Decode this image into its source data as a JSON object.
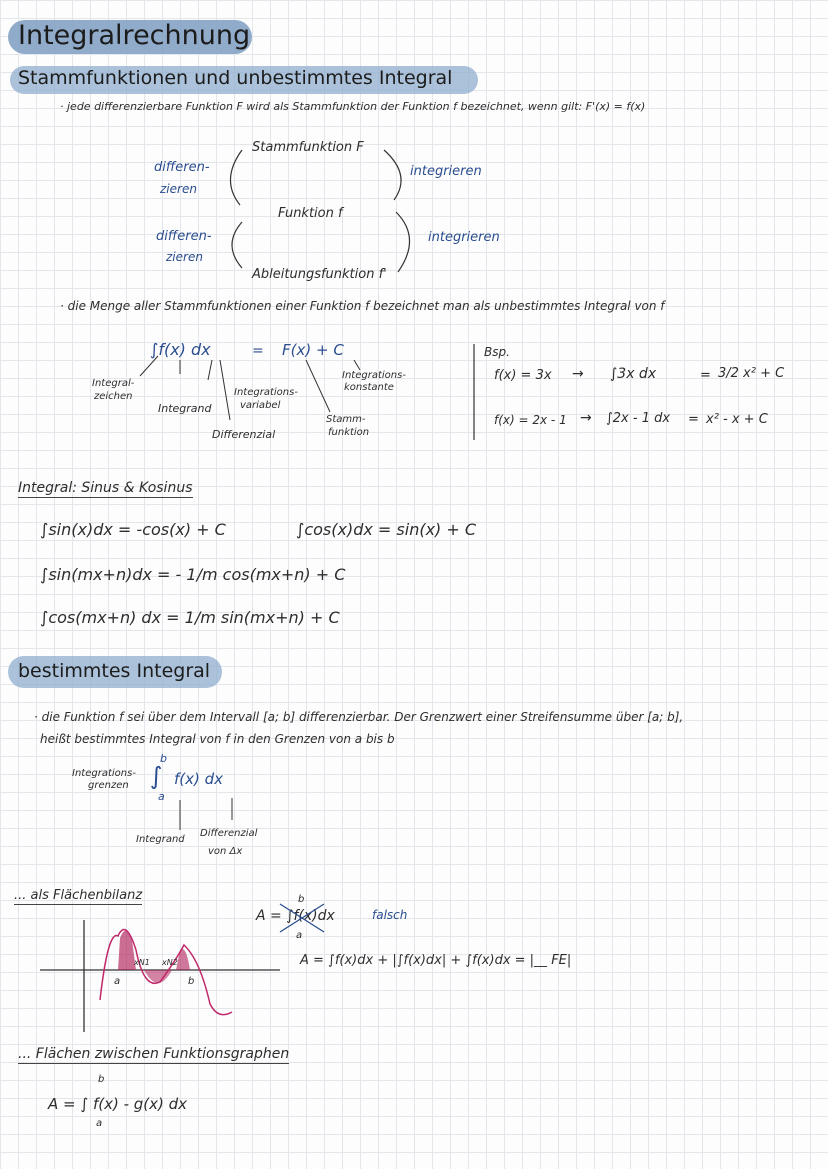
{
  "title": "Integralrechnung",
  "section1": {
    "heading": "Stammfunktionen und unbestimmtes Integral",
    "def": "· jede differenzierbare Funktion F wird als Stammfunktion der Funktion f bezeichnet, wenn gilt: F'(x) = f(x)",
    "cycle": {
      "stamm": "Stammfunktion F",
      "funktion": "Funktion f",
      "ableitung": "Ableitungsfunktion f'",
      "diff1a": "differen-",
      "diff1b": "zieren",
      "diff2a": "differen-",
      "diff2b": "zieren",
      "int1": "integrieren",
      "int2": "integrieren"
    },
    "menge": "· die Menge aller Stammfunktionen einer Funktion f bezeichnet man als unbestimmtes Integral von f",
    "formula": {
      "lhs": "∫f(x) dx",
      "eq": "=",
      "rhs": "F(x) + C",
      "integralzeichen_a": "Integral-",
      "integralzeichen_b": "zeichen",
      "integrand": "Integrand",
      "variable_a": "Integrations-",
      "variable_b": "variabel",
      "differenzial": "Differenzial",
      "konstante_a": "Integrations-",
      "konstante_b": "konstante",
      "stamm_a": "Stamm-",
      "stamm_b": "funktion"
    },
    "example": {
      "label": "Bsp.",
      "ex1_f": "f(x) = 3x",
      "ex1_arrow": "→",
      "ex1_int": "∫3x dx",
      "ex1_eq": "=",
      "ex1_res": "3/2 x² + C",
      "ex2_f": "f(x) = 2x - 1",
      "ex2_arrow": "→",
      "ex2_int": "∫2x - 1 dx",
      "ex2_eq": "=",
      "ex2_res": "x² - x + C"
    }
  },
  "sinus": {
    "heading": "Integral: Sinus & Kosinus",
    "f1": "∫sin(x)dx =   -cos(x) + C",
    "f2": "∫cos(x)dx = sin(x) + C",
    "f3": "∫sin(mx+n)dx = - 1/m cos(mx+n) + C",
    "f4": "∫cos(mx+n) dx = 1/m sin(mx+n) + C"
  },
  "section2": {
    "heading": "bestimmtes Integral",
    "def1": "· die Funktion f sei über dem Intervall [a; b] differenzierbar. Der Grenzwert einer Streifensumme über [a; b],",
    "def2": "heißt bestimmtes Integral von f in den Grenzen von a bis b",
    "grenzen_a": "Integrations-",
    "grenzen_b": "grenzen",
    "upper": "b",
    "lower": "a",
    "expr": "f(x) dx",
    "integrand": "Integrand",
    "diff_a": "Differenzial",
    "diff_b": "von Δx"
  },
  "flaeche": {
    "heading": "... als Flächenbilanz",
    "wrong": "A = ∫f(x)dx",
    "wrong_label": "falsch",
    "wrong_upper": "b",
    "wrong_lower": "a",
    "correct": "A = ∫f(x)dx + |∫f(x)dx| + ∫f(x)dx = |__ FE|",
    "graph_a": "a",
    "graph_b": "b",
    "graph_x1": "xN1",
    "graph_x2": "xN2"
  },
  "zwischen": {
    "heading": "... Flächen zwischen Funktionsgraphen",
    "formula": "A = ∫ f(x) - g(x) dx",
    "upper": "b",
    "lower": "a"
  },
  "colors": {
    "highlight": "#8faecd",
    "ink_blue": "#2a4d8f",
    "area_fill": "#b0205a",
    "curve": "#c0286a"
  }
}
